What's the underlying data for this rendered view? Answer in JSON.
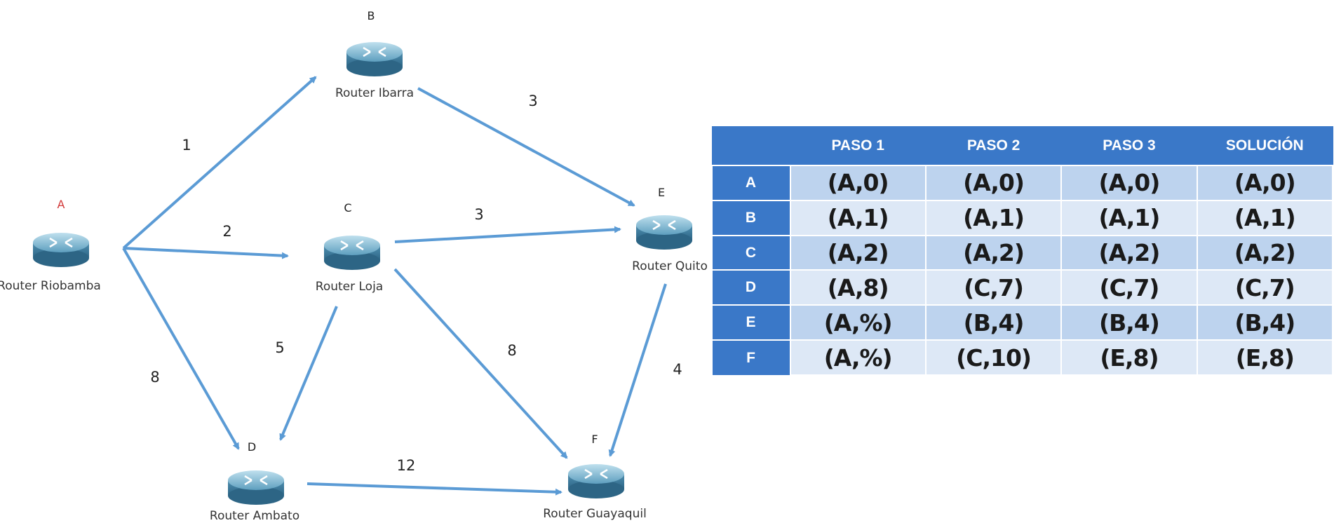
{
  "nodes": [
    {
      "id": "A",
      "letter": "A",
      "name": "Router Riobamba"
    },
    {
      "id": "B",
      "letter": "B",
      "name": "Router Ibarra"
    },
    {
      "id": "C",
      "letter": "C",
      "name": "Router Loja"
    },
    {
      "id": "D",
      "letter": "D",
      "name": "Router Ambato"
    },
    {
      "id": "E",
      "letter": "E",
      "name": "Router Quito"
    },
    {
      "id": "F",
      "letter": "F",
      "name": "Router Guayaquil"
    }
  ],
  "edges": [
    {
      "from": "A",
      "to": "B",
      "weight": "1"
    },
    {
      "from": "A",
      "to": "C",
      "weight": "2"
    },
    {
      "from": "A",
      "to": "D",
      "weight": "8"
    },
    {
      "from": "B",
      "to": "E",
      "weight": "3"
    },
    {
      "from": "C",
      "to": "E",
      "weight": "3"
    },
    {
      "from": "C",
      "to": "D",
      "weight": "5"
    },
    {
      "from": "C",
      "to": "F",
      "weight": "8"
    },
    {
      "from": "E",
      "to": "F",
      "weight": "4"
    },
    {
      "from": "D",
      "to": "F",
      "weight": "12"
    }
  ],
  "table": {
    "headers": [
      "",
      "PASO 1",
      "PASO 2",
      "PASO 3",
      "SOLUCIÓN"
    ],
    "rows": [
      {
        "label": "A",
        "cells": [
          "(A,0)",
          "(A,0)",
          "(A,0)",
          "(A,0)"
        ]
      },
      {
        "label": "B",
        "cells": [
          "(A,1)",
          "(A,1)",
          "(A,1)",
          "(A,1)"
        ]
      },
      {
        "label": "C",
        "cells": [
          "(A,2)",
          "(A,2)",
          "(A,2)",
          "(A,2)"
        ]
      },
      {
        "label": "D",
        "cells": [
          "(A,8)",
          "(C,7)",
          "(C,7)",
          "(C,7)"
        ]
      },
      {
        "label": "E",
        "cells": [
          "(A,%)",
          "(B,4)",
          "(B,4)",
          "(B,4)"
        ]
      },
      {
        "label": "F",
        "cells": [
          "(A,%)",
          "(C,10)",
          "(E,8)",
          "(E,8)"
        ]
      }
    ]
  },
  "colors": {
    "edge": "#5b9bd5",
    "table_header": "#3a78c8",
    "row_odd": "#bdd3ee",
    "row_even": "#dde8f6",
    "source_letter": "#d23a3a"
  }
}
